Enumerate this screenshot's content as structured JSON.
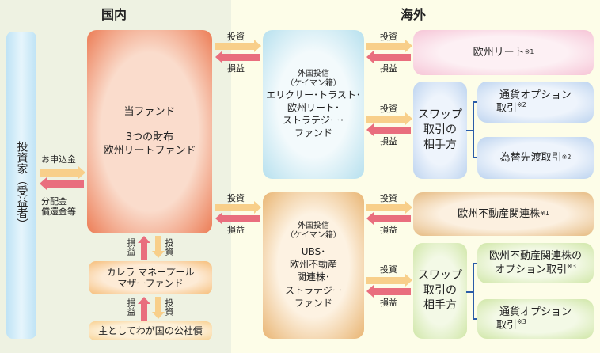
{
  "domestic": {
    "title": "国内",
    "investor": "投資家（受益者）",
    "fund_name": "当ファンド",
    "fund_sub1": "3つの財布",
    "fund_sub2": "欧州リートファンド",
    "subscription": "お申込金",
    "distribution1": "分配金",
    "distribution2": "償還金等",
    "mother_fund1": "カレラ マネープール",
    "mother_fund2": "マザーファンド",
    "bonds": "主としてわが国の公社債"
  },
  "overseas": {
    "title": "海外",
    "reit_fund": {
      "l1": "外国投信",
      "l2": "（ケイマン籍）",
      "l3": "エリクサー･トラスト･",
      "l4": "欧州リート･",
      "l5": "ストラテジー･",
      "l6": "ファンド"
    },
    "ubs_fund": {
      "l1": "外国投信",
      "l2": "（ケイマン籍）",
      "l3": "UBS･",
      "l4": "欧州不動産",
      "l5": "関連株･",
      "l6": "ストラテジー",
      "l7": "ファンド"
    },
    "reit": "欧州リート",
    "reit_note": "※1",
    "swap1": "スワップ取引の相手方",
    "swap2": "スワップ取引の相手方",
    "currency_option1a": "通貨オプション",
    "currency_option1b": "取引",
    "note2": "※2",
    "fx_forward": "為替先渡取引",
    "stocks": "欧州不動産関連株",
    "stocks_note": "※1",
    "stock_option_a": "欧州不動産関連株の",
    "stock_option_b": "オプション取引",
    "note3": "※3",
    "currency_option2a": "通貨オプション",
    "currency_option2b": "取引"
  },
  "flows": {
    "invest": "投資",
    "pnl": "損益"
  }
}
